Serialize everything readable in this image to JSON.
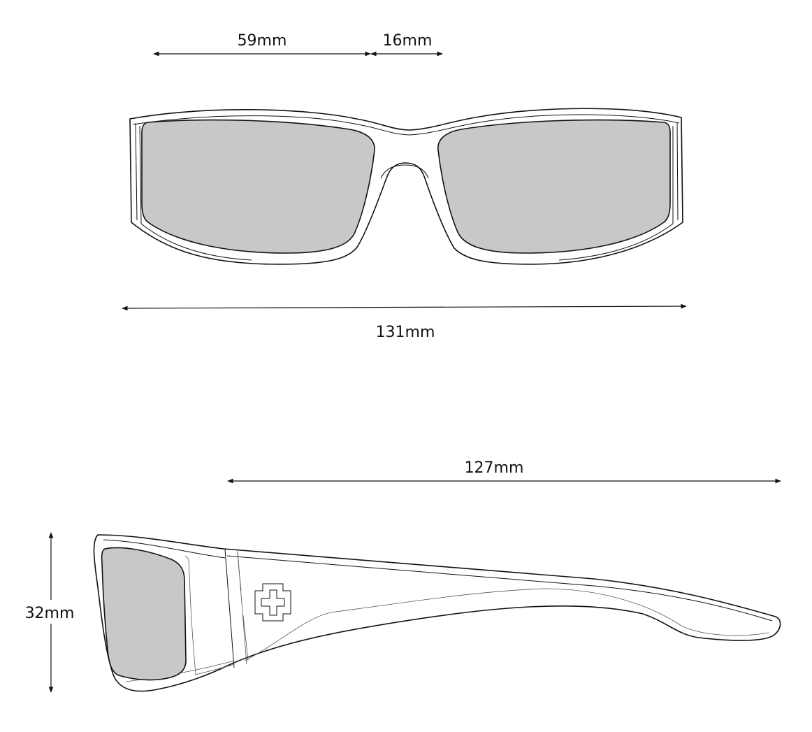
{
  "dimensions": {
    "lens_width": "59mm",
    "bridge_width": "16mm",
    "frame_width": "131mm",
    "temple_length": "127mm",
    "lens_height": "32mm"
  },
  "colors": {
    "lens_fill": "#c8c8c8",
    "line": "#111111",
    "background": "#ffffff"
  },
  "icons": {
    "temple_logo": "plus-cross-logo-icon"
  }
}
